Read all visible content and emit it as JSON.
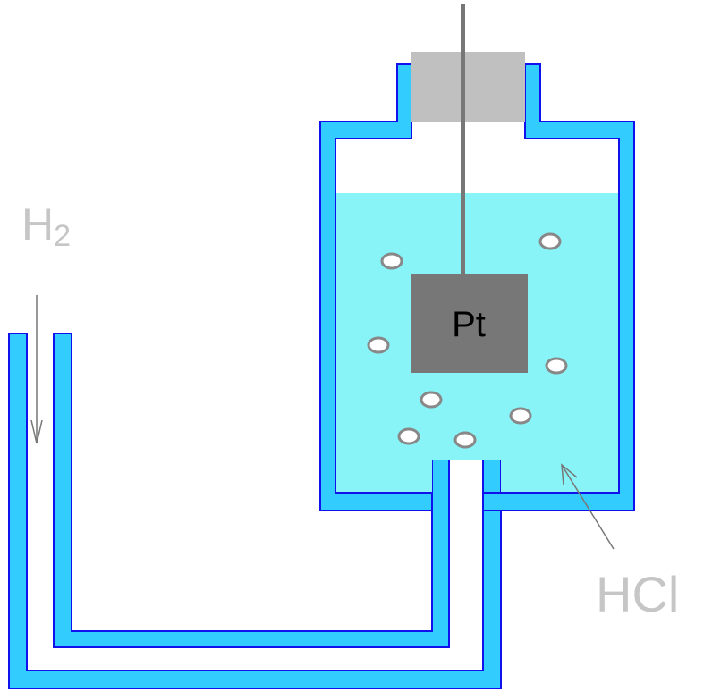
{
  "labels": {
    "gas": "H",
    "gas_subscript": "2",
    "electrode": "Pt",
    "solution": "HCl"
  },
  "colors": {
    "background": "#ffffff",
    "glass_outline": "#1111ee",
    "glass_wall": "#33ccff",
    "solution": "#88f4f8",
    "electrode": "#777777",
    "wire": "#777777",
    "stopper": "#c0c0c0",
    "bubble_fill": "#ffffff",
    "bubble_stroke": "#888888",
    "label_gray": "#c6c6c6",
    "arrow": "#777777",
    "electrode_text": "#000000"
  },
  "icons": {
    "gas_flow_arrow": "arrow-down-icon",
    "solution_pointer": "arrow-pointer-icon"
  }
}
